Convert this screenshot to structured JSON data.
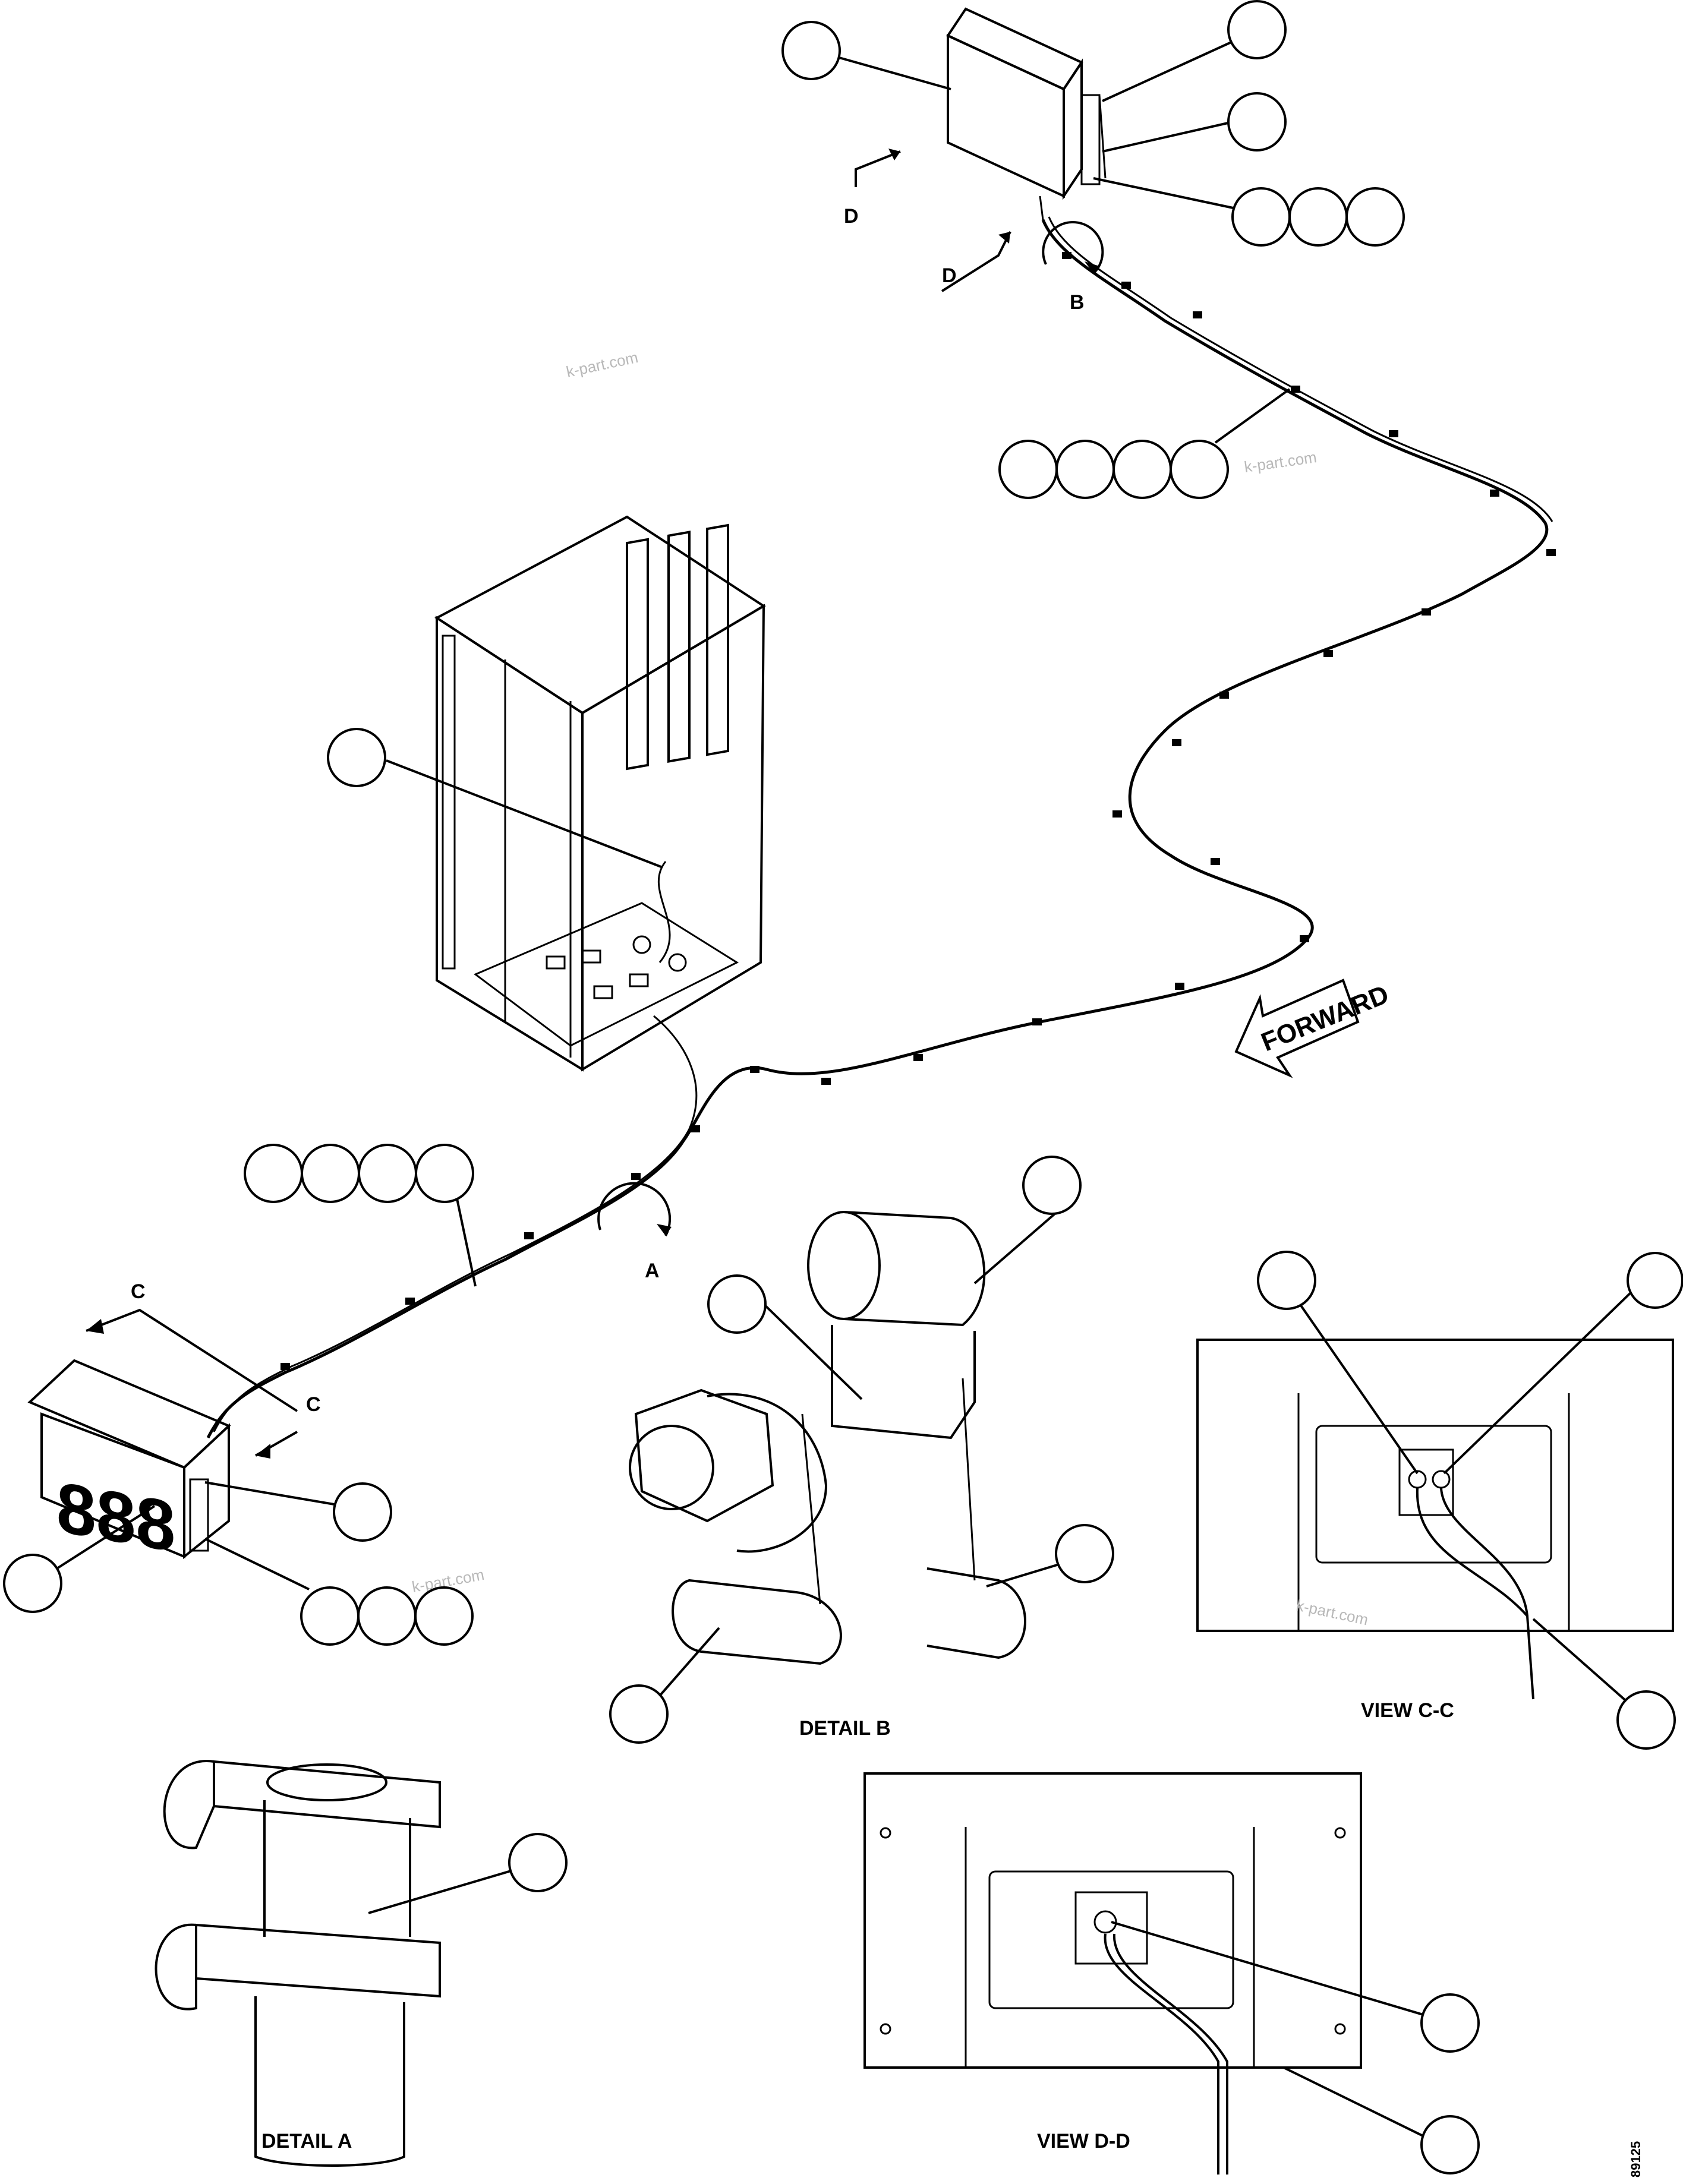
{
  "labels": {
    "detail_a": "DETAIL A",
    "detail_b": "DETAIL B",
    "view_cc": "VIEW C-C",
    "view_dd": "VIEW D-D",
    "forward": "FORWARD",
    "section_a": "A",
    "section_b": "B",
    "section_c1": "C",
    "section_c2": "C",
    "section_d1": "D",
    "section_d2": "D",
    "drawing_no": "89125"
  },
  "watermarks": [
    "k-part.com",
    "k-part.com",
    "k-part.com",
    "k-part.com"
  ],
  "balloon_groups": [
    {
      "id": "display-housing",
      "count": 1
    },
    {
      "id": "bracket-top",
      "count": 1
    },
    {
      "id": "bracket-mid",
      "count": 1
    },
    {
      "id": "hardware-top",
      "count": 3
    },
    {
      "id": "cable-upper",
      "count": 4
    },
    {
      "id": "cabinet-connector",
      "count": 1
    },
    {
      "id": "cable-lower",
      "count": 4
    },
    {
      "id": "speed-display",
      "count": 1
    },
    {
      "id": "display-mount",
      "count": 1
    },
    {
      "id": "hardware-bottom",
      "count": 3
    },
    {
      "id": "detail-b",
      "count": 4
    },
    {
      "id": "view-cc",
      "count": 3
    },
    {
      "id": "detail-a",
      "count": 1
    },
    {
      "id": "view-dd",
      "count": 2
    }
  ],
  "display_digits": "888"
}
